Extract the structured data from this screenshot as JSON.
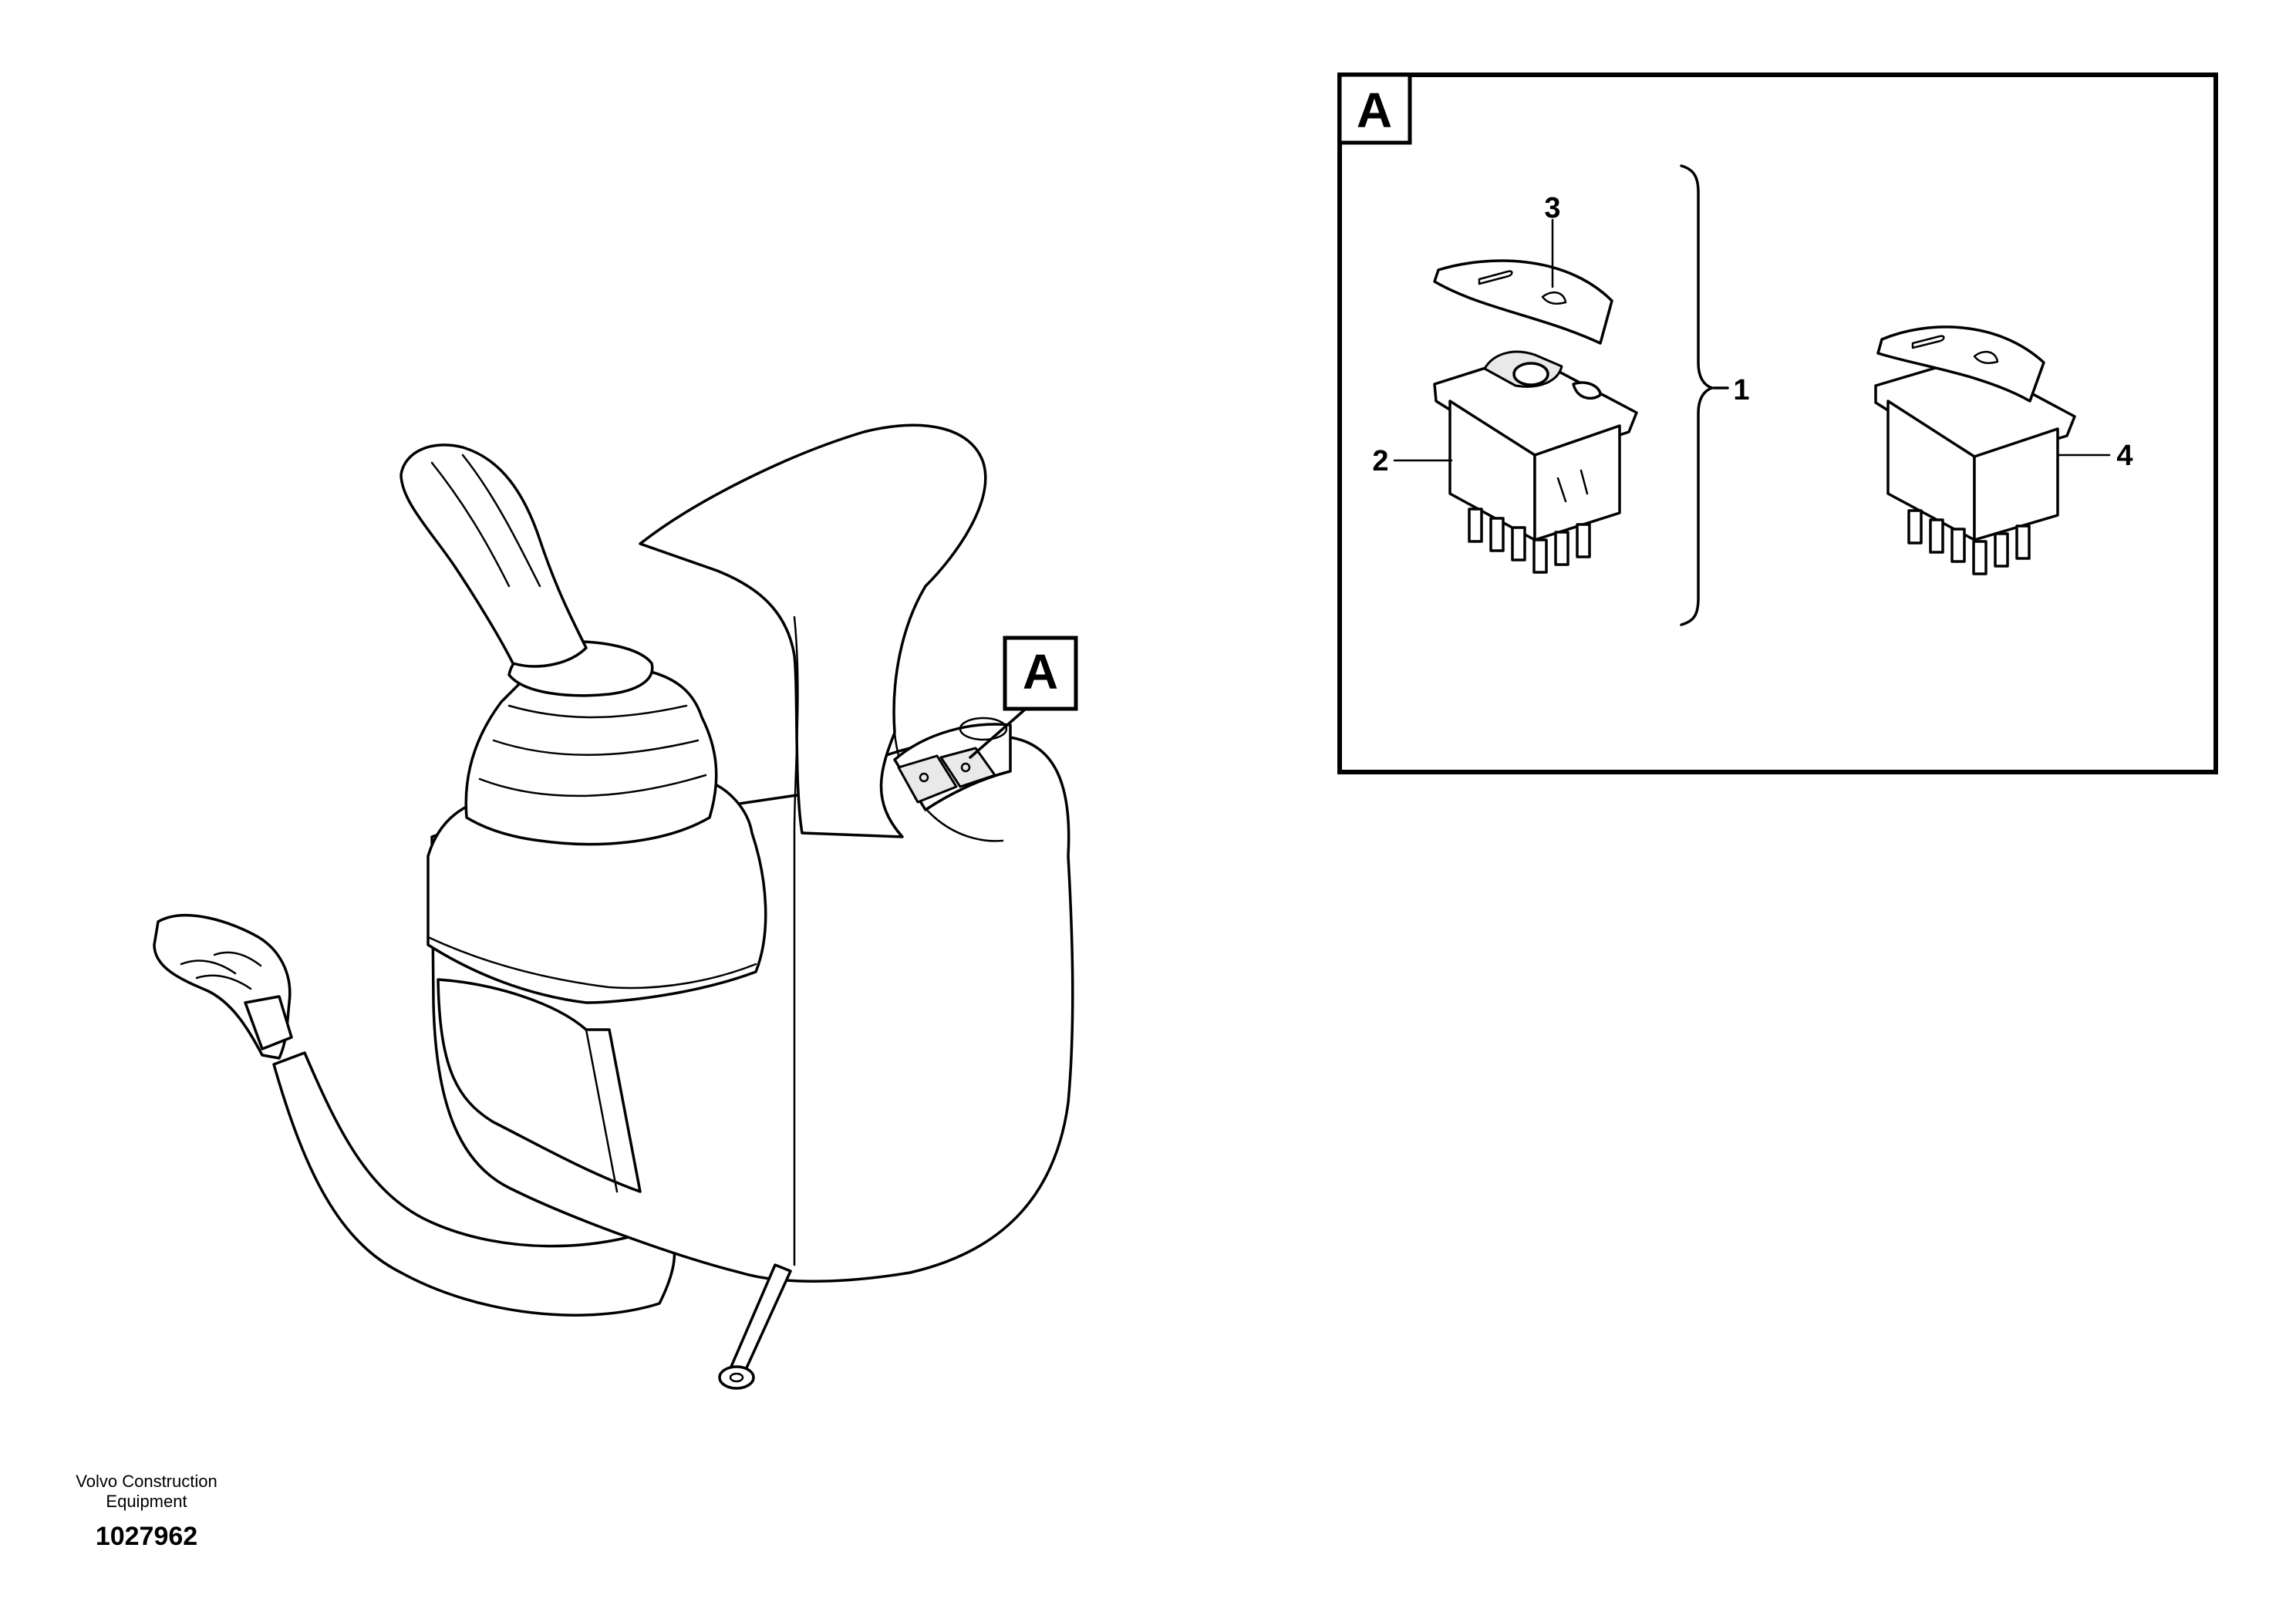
{
  "callouts": {
    "main_view": "A",
    "detail_view": "A"
  },
  "parts": {
    "p1": "1",
    "p2": "2",
    "p3": "3",
    "p4": "4"
  },
  "footer": {
    "company_line1": "Volvo Construction",
    "company_line2": "Equipment",
    "figure_number": "1027962"
  }
}
